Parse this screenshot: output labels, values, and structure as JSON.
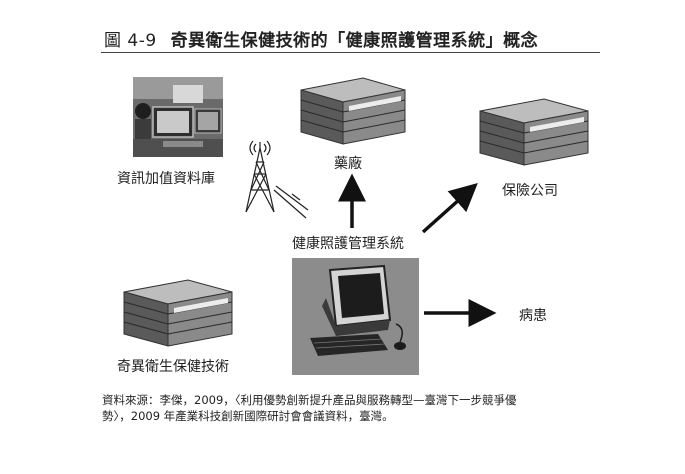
{
  "title": {
    "figure_no": "圖 4-9",
    "text": "奇異衛生保健技術的「健康照護管理系統」概念"
  },
  "nodes": {
    "database": "資訊加值資料庫",
    "pharma": "藥廠",
    "insurance": "保險公司",
    "system": "健康照護管理系統",
    "ge_tech": "奇異衛生保健技術",
    "patient": "病患"
  },
  "caption": {
    "line1": "資料來源：李傑，2009，〈利用優勢創新提升產品與服務轉型—臺灣下一步競爭優",
    "line2": "勢〉，2009 年產業科技創新國際研討會會議資料，臺灣。"
  },
  "colors": {
    "ink": "#222222",
    "rule": "#444444",
    "arrow": "#111111"
  }
}
